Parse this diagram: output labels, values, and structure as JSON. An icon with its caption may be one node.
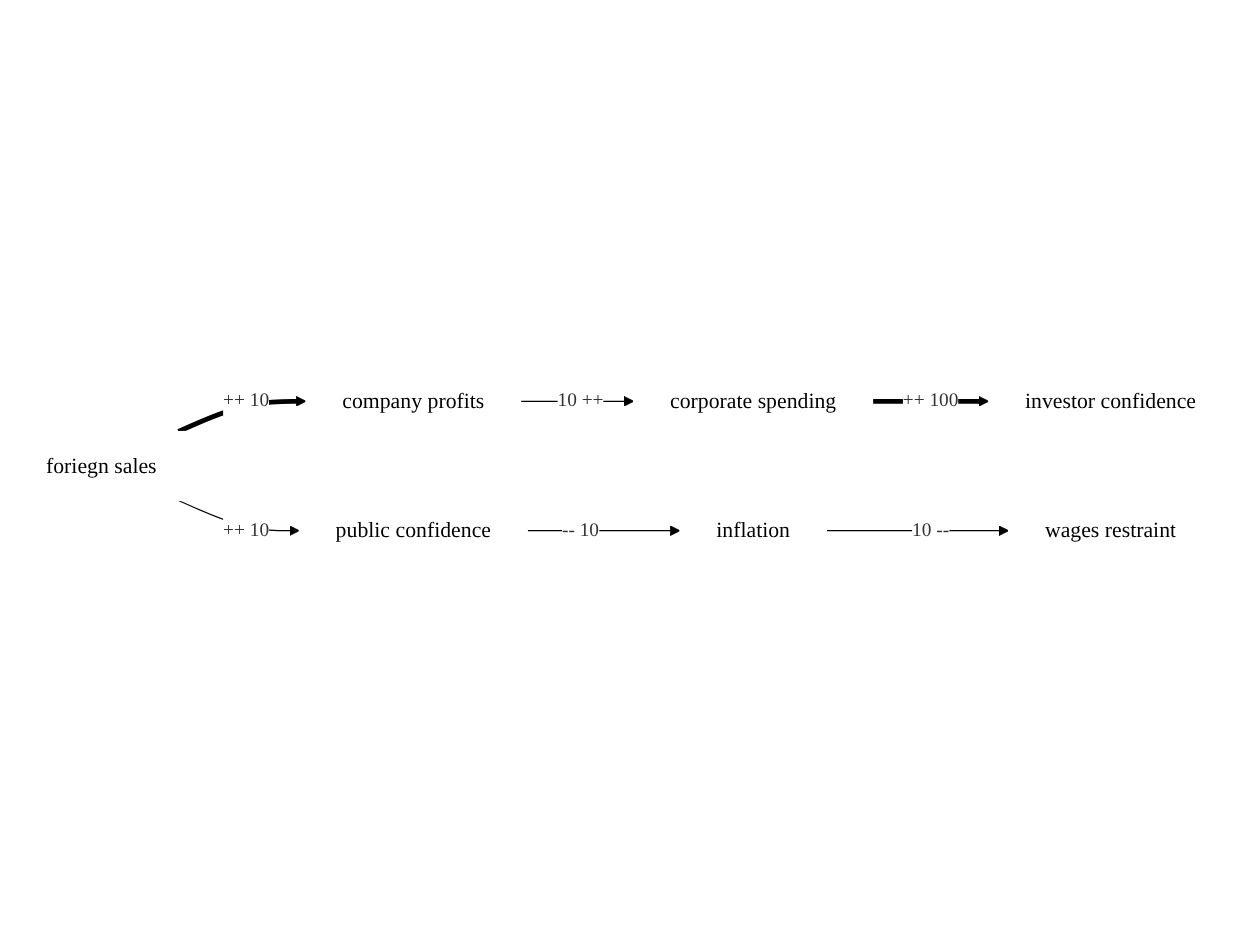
{
  "diagram": {
    "nodes": [
      {
        "text": [
          "investor confidence"
        ]
      },
      {
        "text": [
          "foriegn sales"
        ]
      },
      {
        "text": [
          "company profits"
        ]
      },
      {
        "text": [
          "corporate spending"
        ]
      },
      {
        "text": [
          "wages restraint"
        ]
      },
      {
        "text": [
          "public confidence"
        ]
      },
      {
        "text": [
          "inflation"
        ]
      }
    ],
    "edges": [
      {
        "from": 1,
        "to": 2,
        "arrow": "to",
        "label": "++ 10",
        "style": "thick"
      },
      {
        "from": 2,
        "to": 3,
        "arrow": "to",
        "label": "10 ++"
      },
      {
        "from": 3,
        "to": 0,
        "arrow": "to",
        "label": "++ 100",
        "style": "thick"
      },
      {
        "from": 1,
        "to": 5,
        "arrow": "to",
        "label": "++ 10"
      },
      {
        "from": 5,
        "to": 6,
        "arrow": "to",
        "label": "-- 10"
      },
      {
        "from": 6,
        "to": 4,
        "arrow": "to",
        "label": "10 --"
      }
    ]
  }
}
